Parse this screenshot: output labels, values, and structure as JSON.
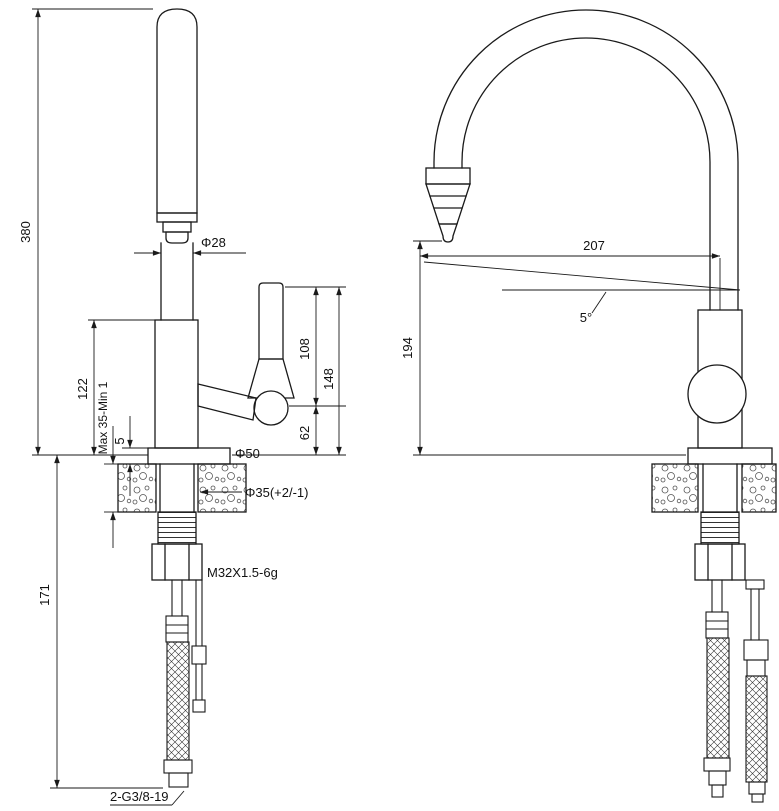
{
  "page": {
    "background": "#ffffff",
    "line_color": "#1a1a1a",
    "description": "Faucet technical drawing, front and side views"
  },
  "views": {
    "front": "front-view",
    "side": "side-view"
  },
  "dimensions": {
    "height_total": "380",
    "hose_length": "171",
    "body_height": "122",
    "deck_thickness": "Max 35-Min 1",
    "base_gap": "5",
    "spout_diameter": "Φ28",
    "base_diameter": "Φ50",
    "hole_diameter": "Φ35(+2/-1)",
    "thread_spec": "M32X1.5-6g",
    "hose_thread": "2-G3/8-19",
    "handle_upper": "108",
    "handle_lower": "62",
    "handle_total": "148",
    "reach": "207",
    "spout_angle": "5°",
    "clearance_height": "194"
  }
}
